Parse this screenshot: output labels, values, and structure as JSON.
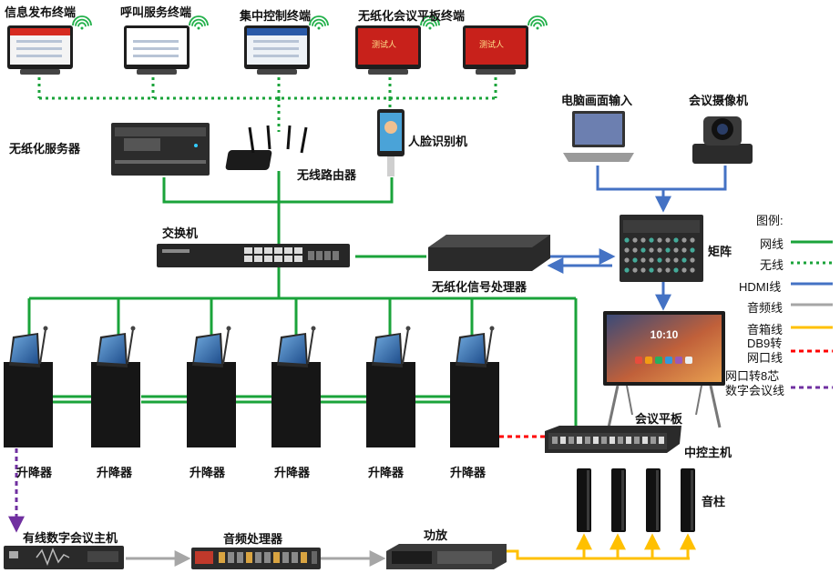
{
  "terminals": [
    {
      "label": "信息发布终端",
      "screen_color": "#f4f4f4",
      "banner_color": "#d62b20",
      "text": ""
    },
    {
      "label": "呼叫服务终端",
      "screen_color": "#ffffff",
      "banner_color": "#ffffff",
      "text": ""
    },
    {
      "label": "集中控制终端",
      "screen_color": "#eef2f7",
      "banner_color": "#2a5aa8",
      "text": ""
    },
    {
      "label": "无纸化会议平板终端",
      "screen_color": "#c8211b",
      "banner_color": "#c8211b",
      "text": "测试人"
    },
    {
      "label": "",
      "screen_color": "#c8211b",
      "banner_color": "#c8211b",
      "text": "测试人"
    }
  ],
  "devices": {
    "server": "无纸化服务器",
    "router": "无线路由器",
    "face": "人脸识别机",
    "pc_input": "电脑画面输入",
    "camera": "会议摄像机",
    "switch": "交换机",
    "matrix": "矩阵",
    "signal_processor": "无纸化信号处理器",
    "panel": "会议平板",
    "panel_time": "10:10",
    "central_control": "中控主机",
    "column_speaker": "音柱",
    "conference_host": "有线数字会议主机",
    "audio_processor": "音频处理器",
    "amplifier": "功放"
  },
  "lifters": [
    "升降器",
    "升降器",
    "升降器",
    "升降器",
    "升降器",
    "升降器"
  ],
  "legend": {
    "title": "图例:",
    "items": [
      {
        "label": "网线",
        "color": "#1aa33a",
        "style": "solid"
      },
      {
        "label": "无线",
        "color": "#1aa33a",
        "style": "dotted"
      },
      {
        "label": "HDMI线",
        "color": "#4472c4",
        "style": "solid"
      },
      {
        "label": "音频线",
        "color": "#a6a6a6",
        "style": "solid"
      },
      {
        "label": "音箱线",
        "color": "#ffc000",
        "style": "solid"
      },
      {
        "label": "DB9转\n网口线",
        "color": "#ff0000",
        "style": "dashed"
      },
      {
        "label": "网口转8芯\n数字会议线",
        "color": "#7030a0",
        "style": "dashed"
      }
    ]
  },
  "colors": {
    "network": "#1aa33a",
    "hdmi": "#4472c4",
    "audio": "#a6a6a6",
    "speaker": "#ffc000",
    "db9": "#ff0000",
    "digital": "#7030a0",
    "wifi": "#22b04a",
    "device_dark": "#222222"
  }
}
